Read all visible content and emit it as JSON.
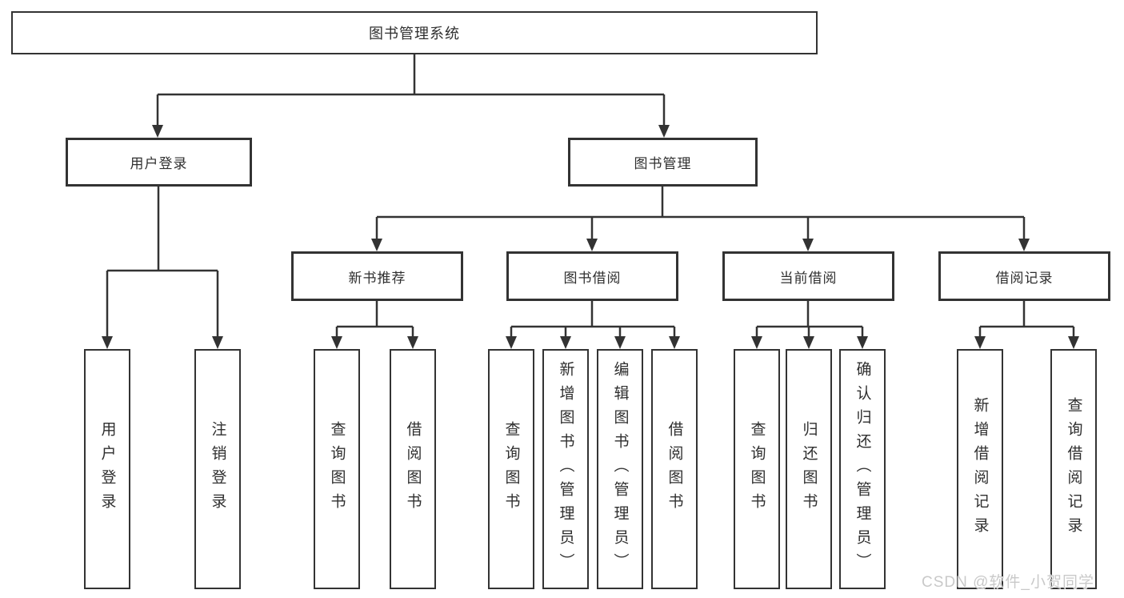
{
  "diagram": {
    "root": {
      "label": "图书管理系统",
      "children": [
        {
          "label": "用户登录",
          "children": [
            {
              "label": "用户登录"
            },
            {
              "label": "注销登录"
            }
          ]
        },
        {
          "label": "图书管理",
          "children": [
            {
              "label": "新书推荐",
              "children": [
                {
                  "label": "查询图书"
                },
                {
                  "label": "借阅图书"
                }
              ]
            },
            {
              "label": "图书借阅",
              "children": [
                {
                  "label": "查询图书"
                },
                {
                  "label": "新增图书（管理员）"
                },
                {
                  "label": "编辑图书（管理员）"
                },
                {
                  "label": "借阅图书"
                }
              ]
            },
            {
              "label": "当前借阅",
              "children": [
                {
                  "label": "查询图书"
                },
                {
                  "label": "归还图书"
                },
                {
                  "label": "确认归还（管理员）"
                }
              ]
            },
            {
              "label": "借阅记录",
              "children": [
                {
                  "label": "新增借阅记录"
                },
                {
                  "label": "查询借阅记录"
                }
              ]
            }
          ]
        }
      ]
    }
  },
  "watermark": {
    "text": "CSDN @软件_小贺同学"
  },
  "colors": {
    "line": "#333333",
    "text": "#2f2f2f",
    "watermark": "#c9c9c9",
    "background": "#ffffff"
  }
}
